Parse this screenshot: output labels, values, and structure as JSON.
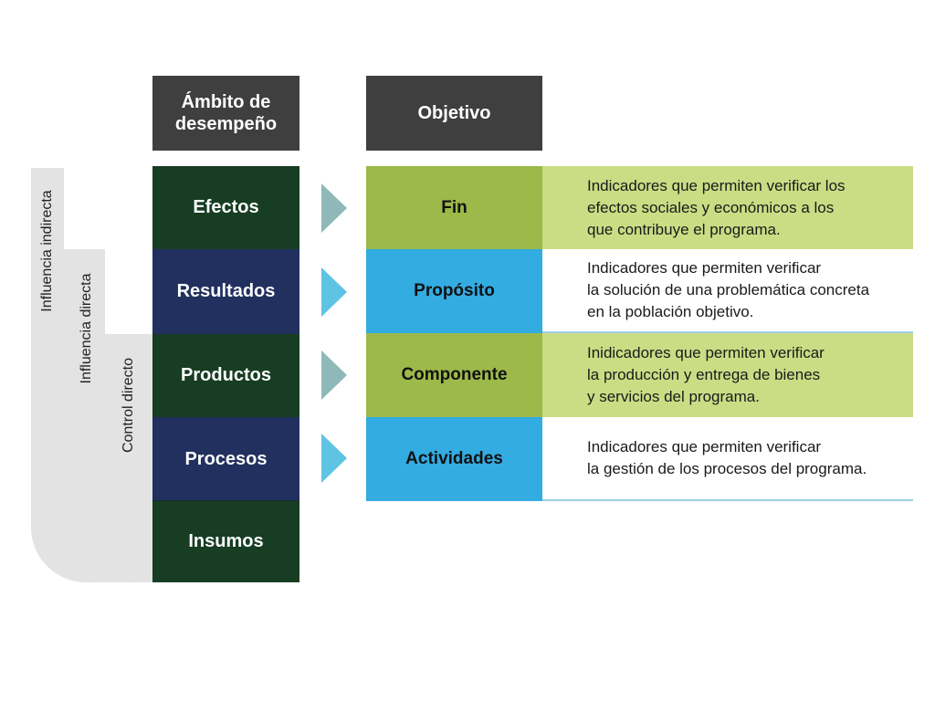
{
  "headers": {
    "ambito": "Ámbito de\ndesempeño",
    "objetivo": "Objetivo"
  },
  "influence_labels": {
    "indirecta": "Influencia indirecta",
    "directa": "Influencia directa",
    "control": "Control directo"
  },
  "ambito_levels": [
    "Efectos",
    "Resultados",
    "Productos",
    "Procesos",
    "Insumos"
  ],
  "objectives": [
    {
      "label": "Fin",
      "description": "Indicadores que permiten verificar los\nefectos sociales y económicos a los\nque contribuye el programa."
    },
    {
      "label": "Propósito",
      "description": "Indicadores que permiten verificar\nla solución de una problemática concreta\nen la población objetivo."
    },
    {
      "label": "Componente",
      "description": "Inidicadores que permiten verificar\nla producción y entrega de bienes\ny servicios del programa."
    },
    {
      "label": "Actividades",
      "description": "Indicadores que permiten verificar\nla gestión de los procesos del programa."
    }
  ],
  "colors": {
    "header": "#3f3f3f",
    "ambito_green": "#173d23",
    "ambito_navy": "#21305e",
    "objective_olive": "#9cb949",
    "objective_cyan": "#33ace2",
    "description_lime": "#cadd84",
    "arrow_teal": "#8fb8b8",
    "arrow_cyan": "#5fc3e4",
    "band_gray": "#e3e3e3"
  }
}
